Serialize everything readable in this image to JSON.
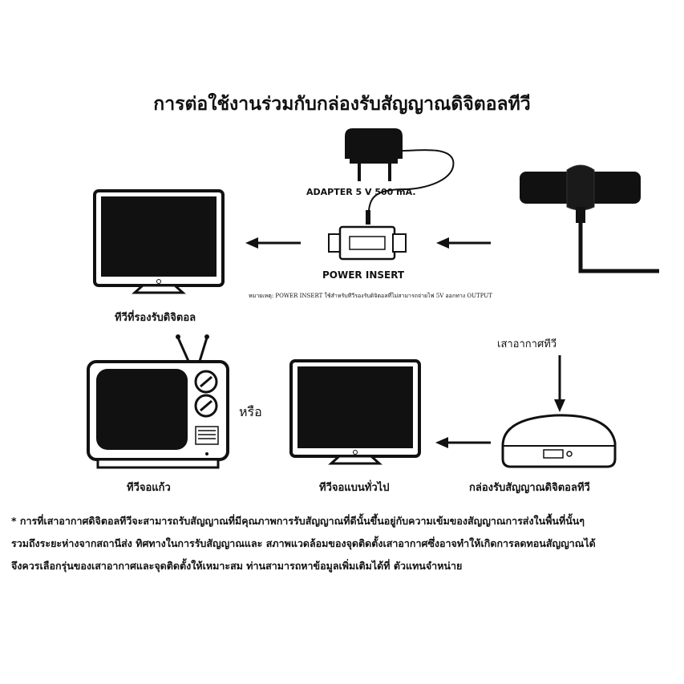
{
  "title": "การต่อใช้งานร่วมกับกล่องรับสัญญาณดิจิตอลทีวี",
  "labels": {
    "adapter": "ADAPTER 5 V 500 mA.",
    "power_insert": "POWER INSERT",
    "power_insert_note": "หมายเหตุ: POWER INSERT ใช้สำหรับทีวีรองรับดิจิตอลที่ไม่สามารถจ่ายไฟ 5V ออกทาง OUTPUT",
    "digital_tv": "ทีวีที่รองรับดิจิตอล",
    "tv_antenna": "เสาอากาศทีวี",
    "or": "หรือ",
    "crt_tv": "ทีวีจอแก้ว",
    "flat_tv": "ทีวีจอแบนทั่วไป",
    "set_top_box": "กล่องรับสัญญาณดิจิตอลทีวี"
  },
  "footnote": {
    "line1": "* การที่เสาอากาศดิจิตอลทีวีจะสามารถรับสัญญาณที่มีคุณภาพการรับสัญญาณที่ดีนั้นขึ้นอยู่กับความเข้มของสัญญาณการส่งในพื้นที่นั้นๆ",
    "line2": "รวมถึงระยะห่างจากสถานีส่ง ทิศทางในการรับสัญญาณและ สภาพแวดล้อมของจุดติดตั้งเสาอากาศซึ่งอาจทำให้เกิดการลดทอนสัญญาณได้",
    "line3": "จึงควรเลือกรุ่นของเสาอากาศและจุดติดตั้งให้เหมาะสม ท่านสามารถหาข้อมูลเพิ่มเติมได้ที่ ตัวแทนจำหน่าย"
  },
  "colors": {
    "ink": "#111111",
    "background": "#ffffff"
  }
}
